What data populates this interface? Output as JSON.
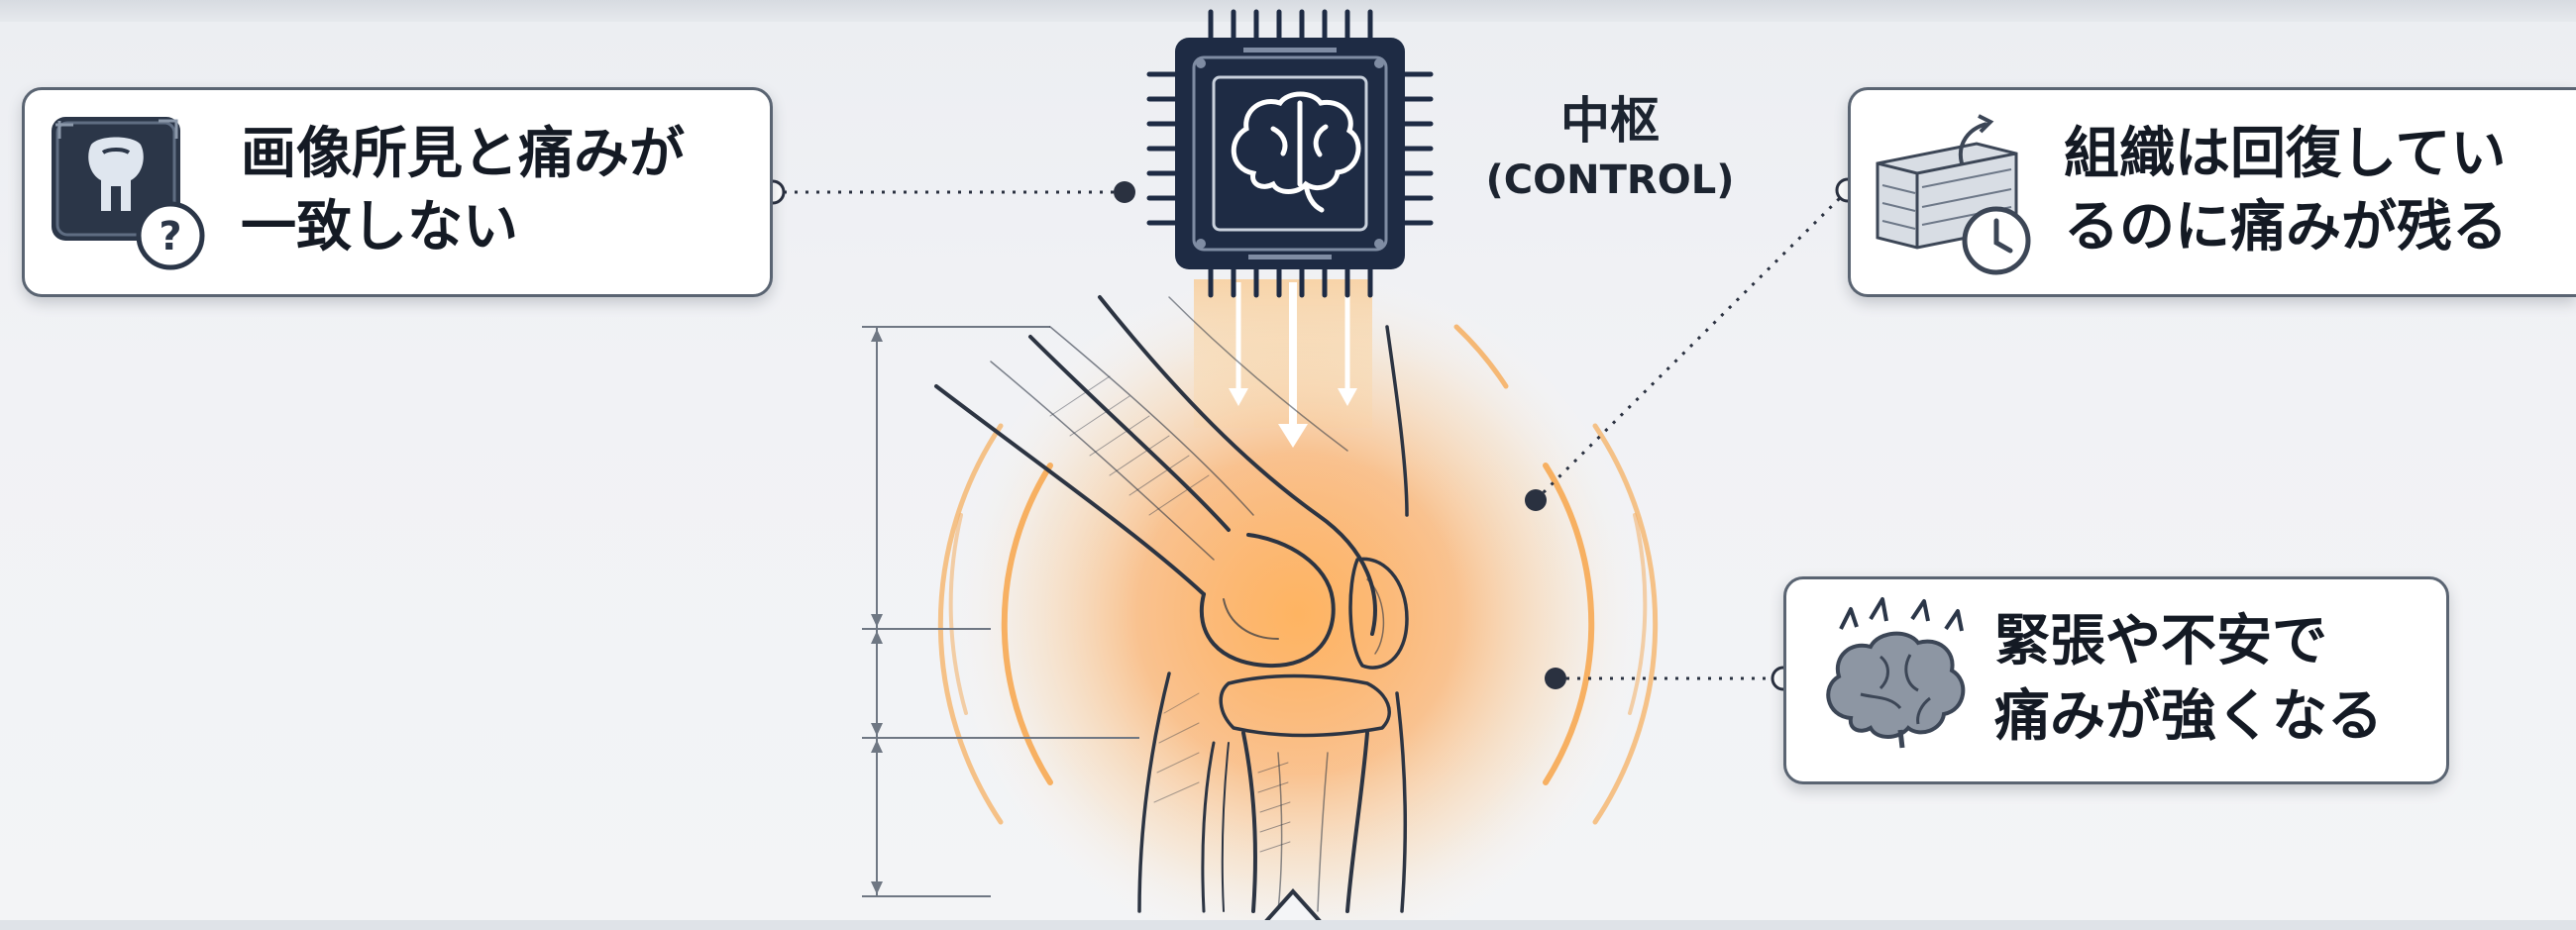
{
  "central": {
    "title": "中枢",
    "subtitle": "(CONTROL)"
  },
  "cards": {
    "mismatch": {
      "line1": "画像所見と痛みが",
      "line2": "一致しない",
      "icon": "xray-question-icon"
    },
    "recovered": {
      "line1": "組織は回復してい",
      "line2": "るのに痛みが残る",
      "icon": "tissue-clock-icon"
    },
    "anxiety": {
      "line1": "緊張や不安で",
      "line2": "痛みが強くなる",
      "icon": "stressed-brain-icon"
    }
  },
  "colors": {
    "glow": "#ff9a3c",
    "chip": "#1e2b44",
    "card_border": "#5a6472"
  }
}
